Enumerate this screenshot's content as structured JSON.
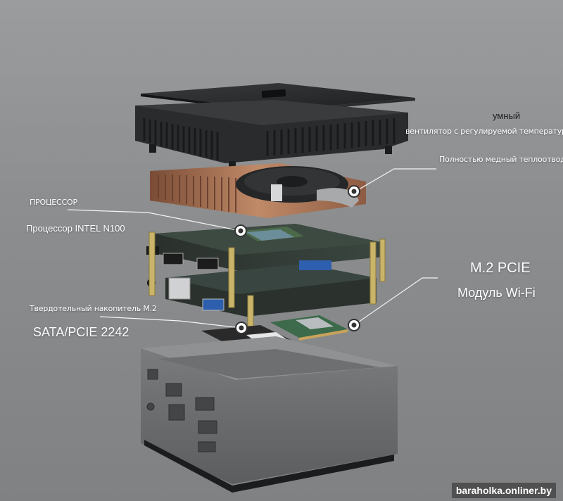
{
  "labels": {
    "fan_title": "умный",
    "fan_desc": "вентилятор с регулируемой температурой",
    "heatpipe": "Полностью медный теплоотвод",
    "cpu_heading": "ПРОЦЕССОР",
    "cpu_model": "Процессор INTEL N100",
    "m2_pcie": "M.2 PCIE",
    "wifi_module": "Модуль Wi-Fi",
    "ssd_heading": "Твердотельный накопитель M.2",
    "ssd_interface": "SATA/PCIE 2242"
  },
  "watermark": "baraholka.onliner.by",
  "colors": {
    "background": "#8f9193",
    "copper": "#b07a5a",
    "board": "#2f3833",
    "chassis": "#6d6e70",
    "standoff": "#c9b46a"
  },
  "icon_names": [
    "callout-dot-icon"
  ]
}
